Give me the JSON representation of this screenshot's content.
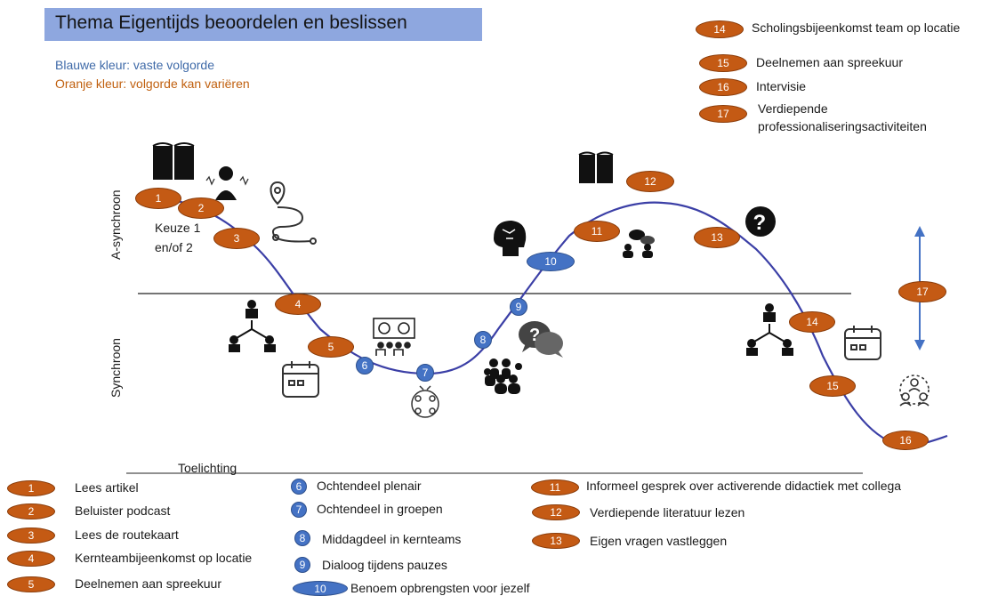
{
  "title": "Thema Eigentijds beoordelen en beslissen",
  "legend": {
    "blue": "Blauwe kleur: vaste volgorde",
    "orange": "Oranje kleur: volgorde kan variëren"
  },
  "axis": {
    "async": "A-synchroon",
    "sync": "Synchroon"
  },
  "choice_note": [
    "Keuze 1",
    "en/of 2"
  ],
  "toelichting": "Toelichting",
  "colors": {
    "orange": "#c45a14",
    "blue": "#4472c4",
    "curve": "#3b3fa6",
    "title_bg": "#8ea7df"
  },
  "curve_badges": [
    "1",
    "2",
    "3",
    "4",
    "5",
    "6",
    "7",
    "8",
    "9",
    "10",
    "11",
    "12",
    "13",
    "14",
    "15",
    "16",
    "17"
  ],
  "top_right_list": [
    {
      "num": "14",
      "text": "Scholingsbijeenkomst team op locatie"
    },
    {
      "num": "15",
      "text": "Deelnemen aan spreekuur"
    },
    {
      "num": "16",
      "text": "Intervisie"
    },
    {
      "num": "17",
      "text": "Verdiepende",
      "text2": "professionaliseringsactiviteiten"
    }
  ],
  "explanation": {
    "col1": [
      {
        "num": "1",
        "text": "Lees artikel"
      },
      {
        "num": "2",
        "text": "Beluister podcast"
      },
      {
        "num": "3",
        "text": "Lees de routekaart"
      },
      {
        "num": "4",
        "text": "Kernteambijeenkomst op locatie"
      },
      {
        "num": "5",
        "text": "Deelnemen aan spreekuur"
      }
    ],
    "col2": [
      {
        "num": "6",
        "text": "Ochtendeel plenair"
      },
      {
        "num": "7",
        "text": "Ochtendeel in groepen"
      },
      {
        "num": "8",
        "text": "Middagdeel in kernteams"
      },
      {
        "num": "9",
        "text": "Dialoog tijdens pauzes"
      },
      {
        "num": "10",
        "text": "Benoem opbrengsten voor jezelf"
      }
    ],
    "col3": [
      {
        "num": "11",
        "text": "Informeel gesprek over activerende didactiek met collega"
      },
      {
        "num": "12",
        "text": "Verdiepende literatuur lezen"
      },
      {
        "num": "13",
        "text": "Eigen vragen vastleggen"
      }
    ]
  },
  "icons": [
    "book-icon",
    "podcast-icon",
    "route-map-icon",
    "team-hierarchy-icon",
    "calendar-icon",
    "presentation-icon",
    "group-discussion-icon",
    "brain-icon",
    "question-chat-icon",
    "crowd-icon",
    "conversation-icon",
    "question-icon",
    "support-circle-icon"
  ]
}
